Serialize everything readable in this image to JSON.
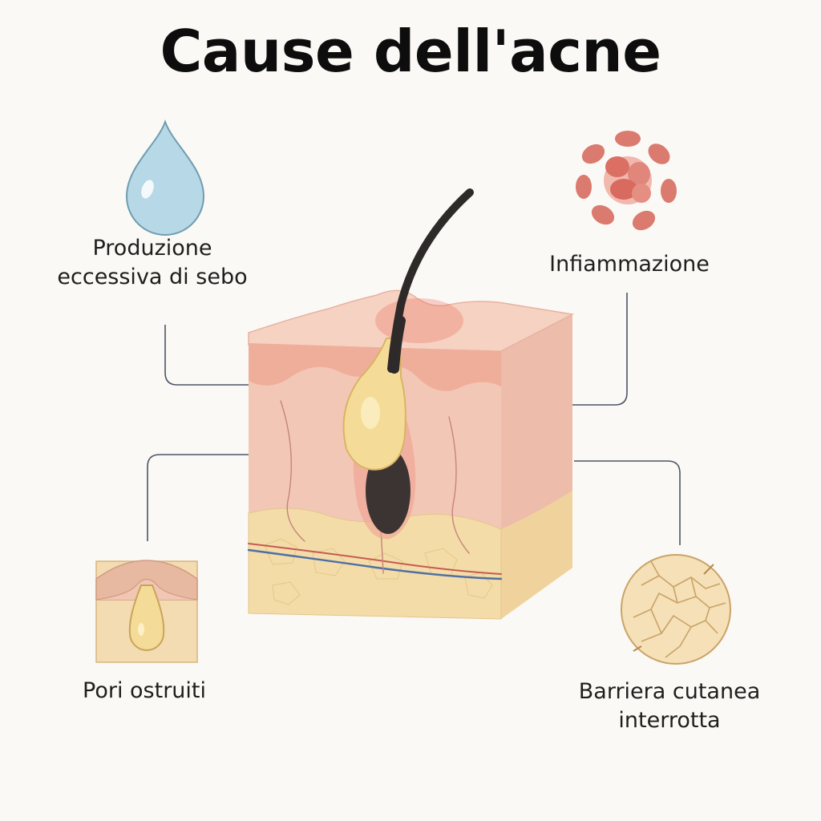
{
  "title": "Cause dell'acne",
  "labels": {
    "sebo": [
      "Produzione",
      "eccessiva di sebo"
    ],
    "infiammazione": "Infiammazione",
    "pori": "Pori ostruiti",
    "barriera": [
      "Barriera cutanea",
      "interrotta"
    ]
  },
  "icons": {
    "sebo": "oil-drop-icon",
    "infiammazione": "inflammation-cells-icon",
    "pori": "clogged-pore-icon",
    "barriera": "cracked-skin-icon",
    "center": "skin-cross-section"
  },
  "colors": {
    "background": "#fbf9f5",
    "connector": "#4a5668",
    "drop": "#b7d8e6",
    "inflammation": "#d9776b",
    "sebum": "#f4dc98",
    "skin": "#f2c3b0",
    "fat": "#f1d9a6"
  }
}
